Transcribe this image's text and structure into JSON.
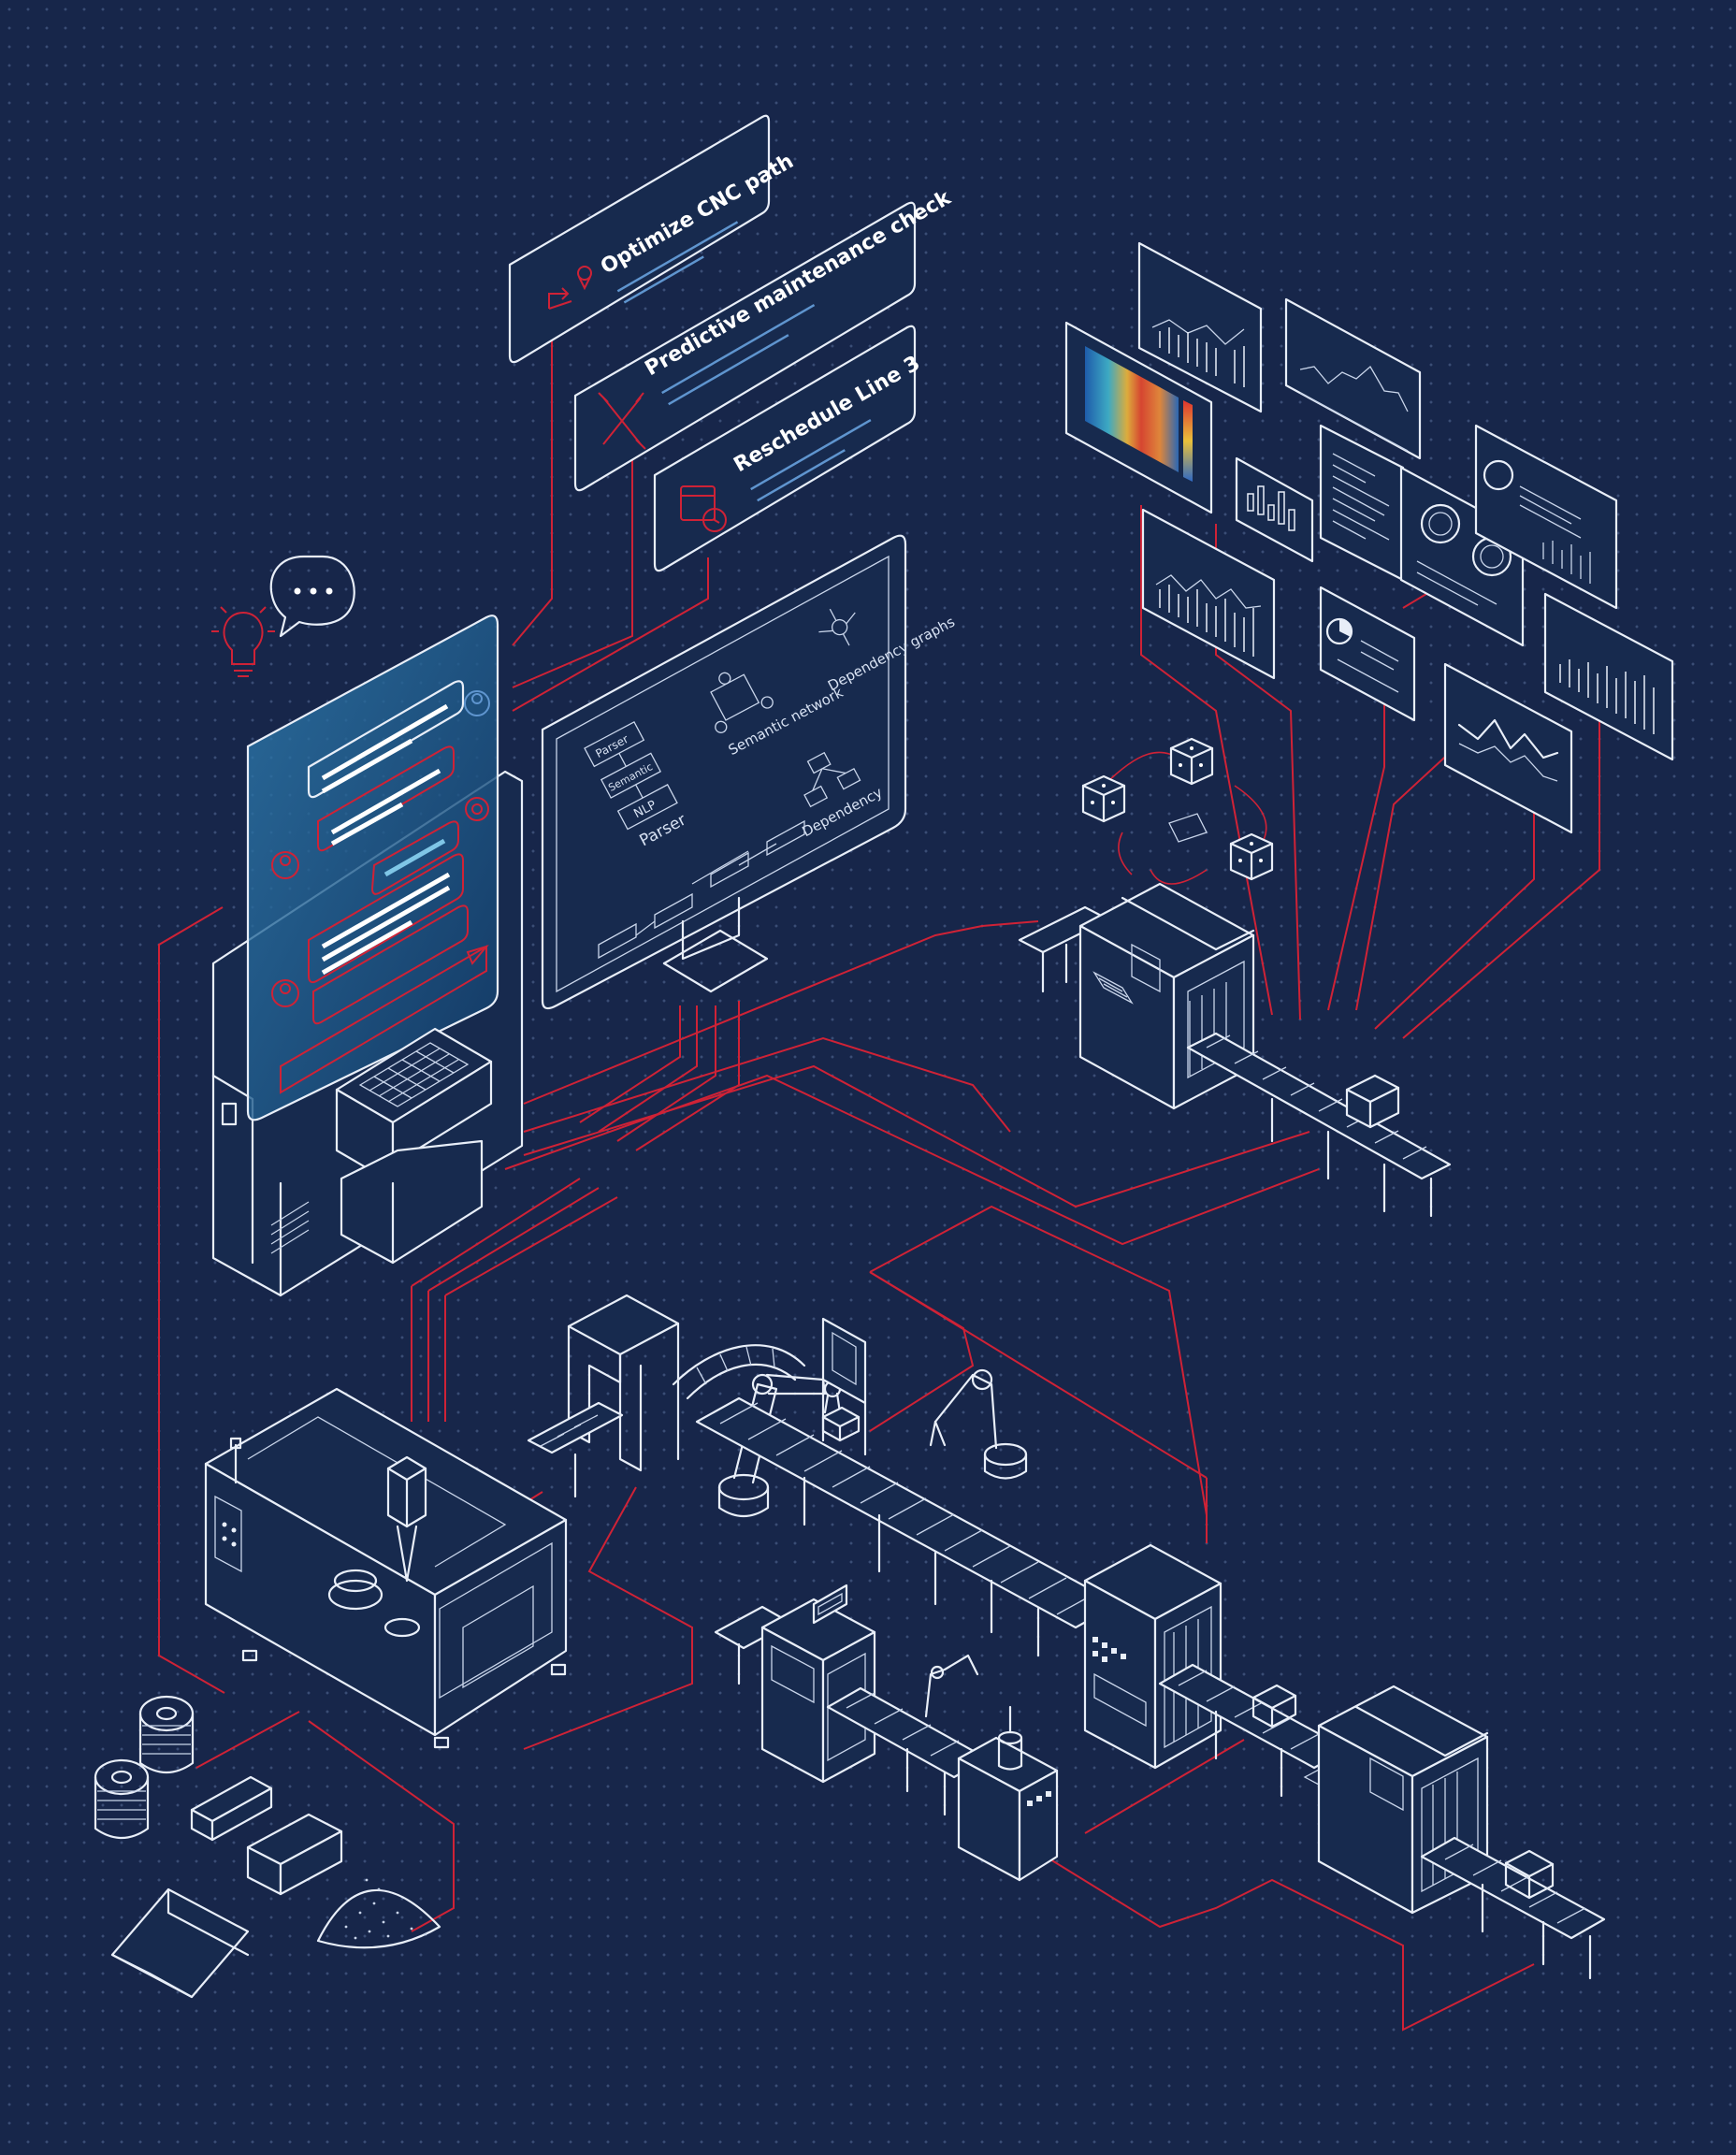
{
  "task_cards": [
    {
      "label": "Optimize CNC path",
      "icon": "route-pin-icon"
    },
    {
      "label": "Predictive maintenance check",
      "icon": "wrench-screwdriver-icon"
    },
    {
      "label": "Reschedule Line 3",
      "icon": "calendar-clock-icon"
    }
  ],
  "monitor_diagram": {
    "parser_labels": [
      "Parser",
      "Semantic",
      "NLP",
      "Parser"
    ],
    "semantic_label": "Semantic network",
    "dependency_graphs_label": "Dependency graphs",
    "dependency_label": "Dependency"
  },
  "colors": {
    "background": "#17264a",
    "line_art": "#e8eef8",
    "flow_lines": "#cf2236",
    "accent_blue": "#5f95cf",
    "chat_panel": "#1e5a86"
  },
  "icons": [
    "lightbulb-icon",
    "speech-bubble-icon",
    "user-icon",
    "gear-icon",
    "send-arrow-icon",
    "keyboard-icon"
  ]
}
